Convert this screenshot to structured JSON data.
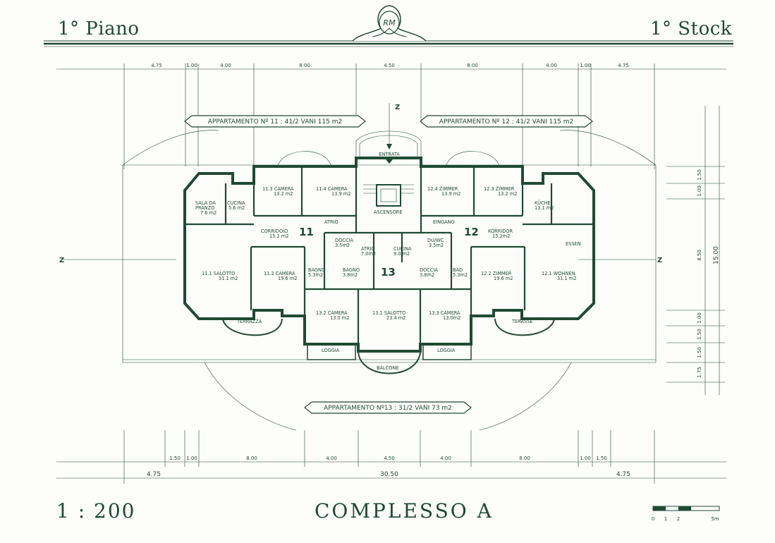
{
  "header": {
    "left_title": "1° Piano",
    "right_title": "1° Stock",
    "monogram": "RM"
  },
  "footer": {
    "scale": "1 : 200",
    "title": "COMPLESSO A",
    "scale_bar_labels": [
      "0",
      "1",
      "2",
      "5m"
    ]
  },
  "banners": {
    "apt11": "APPARTAMENTO Nº 11 : 41/2 VANI 115 m2",
    "apt12": "APPARTAMENTO Nº 12 : 41/2 VANI 115 m2",
    "apt13": "APPARTAMENTO Nº13 : 31/2 VANI 73 m2"
  },
  "apartment_numbers": [
    "11",
    "12",
    "13"
  ],
  "north_markers": [
    "Z",
    "Z",
    "Z"
  ],
  "rooms": [
    {
      "name": "SALA DA",
      "name2": "PRANZO",
      "area": "7.6 m2"
    },
    {
      "name": "CUCINA",
      "area": "5.6 m2"
    },
    {
      "name": "11.3 CAMERA",
      "area": "13.2 m2"
    },
    {
      "name": "11.4 CAMERA",
      "area": "13.9 m2"
    },
    {
      "name": "ATRIO",
      "area": ""
    },
    {
      "name": "CORRIDOIO",
      "area": "15.2 m2"
    },
    {
      "name": "11.1 SALOTTO",
      "area": "31.1 m2"
    },
    {
      "name": "11.2 CAMERA",
      "area": "19.6 m2"
    },
    {
      "name": "DOCCIA",
      "area": "3.5m2"
    },
    {
      "name": "BAGNO",
      "area": "5.3m2"
    },
    {
      "name": "BAGNO",
      "area": "3.8m2"
    },
    {
      "name": "TERRAZZA",
      "area": ""
    },
    {
      "name": "ENTRATA",
      "area": ""
    },
    {
      "name": "ASCENSORE",
      "area": ""
    },
    {
      "name": "ATRIO",
      "area": "7.0m2"
    },
    {
      "name": "CUCINA",
      "area": "9.0 m2"
    },
    {
      "name": "DU/WC",
      "area": "3.5m2"
    },
    {
      "name": "13.2 CAMERA",
      "area": "13.0 m2"
    },
    {
      "name": "13.1 SALOTTO",
      "area": "23.4 m2"
    },
    {
      "name": "13.3 CAMERA",
      "area": "13.0m2"
    },
    {
      "name": "DOCCIA",
      "area": "3.8m2"
    },
    {
      "name": "BAD",
      "area": "5.3m2"
    },
    {
      "name": "LOGGIA",
      "area": ""
    },
    {
      "name": "BALCONE",
      "area": ""
    },
    {
      "name": "LOGGIA",
      "area": ""
    },
    {
      "name": "12.4 ZIMMER",
      "area": "13.9 m2"
    },
    {
      "name": "12.3 ZIMMER",
      "area": "13.2 m2"
    },
    {
      "name": "KÜCHE",
      "area": "13.1 m2"
    },
    {
      "name": "EINGANG",
      "area": ""
    },
    {
      "name": "KORRIDOR",
      "area": "15.2m2"
    },
    {
      "name": "ESSEN",
      "area": ""
    },
    {
      "name": "12.2 ZIMMER",
      "area": "19.6 m2"
    },
    {
      "name": "12.1 WOHNEN",
      "area": "31.1 m2"
    },
    {
      "name": "TERASSE",
      "area": ""
    }
  ],
  "dimensions": {
    "top": [
      "4.75",
      "1.00",
      "4.00",
      "8.00",
      "4.50",
      "8.00",
      "4.00",
      "1.00",
      "4.75"
    ],
    "bottom_inner": [
      "1.50",
      "1.00",
      "8.00",
      "4.00",
      "4.50",
      "4.00",
      "8.00",
      "1.00",
      "1.50"
    ],
    "bottom_outer_left": "4.75",
    "bottom_total": "30.50",
    "bottom_outer_right": "4.75",
    "right_upper": [
      "1.50",
      "1.00"
    ],
    "right_middle": "8.50",
    "right_lower": [
      "1.00",
      "1.50",
      "1.50",
      "1.75"
    ],
    "right_total": "15.00"
  },
  "colors": {
    "ink": "#1f4a33",
    "paper": "#fdfdfb"
  }
}
